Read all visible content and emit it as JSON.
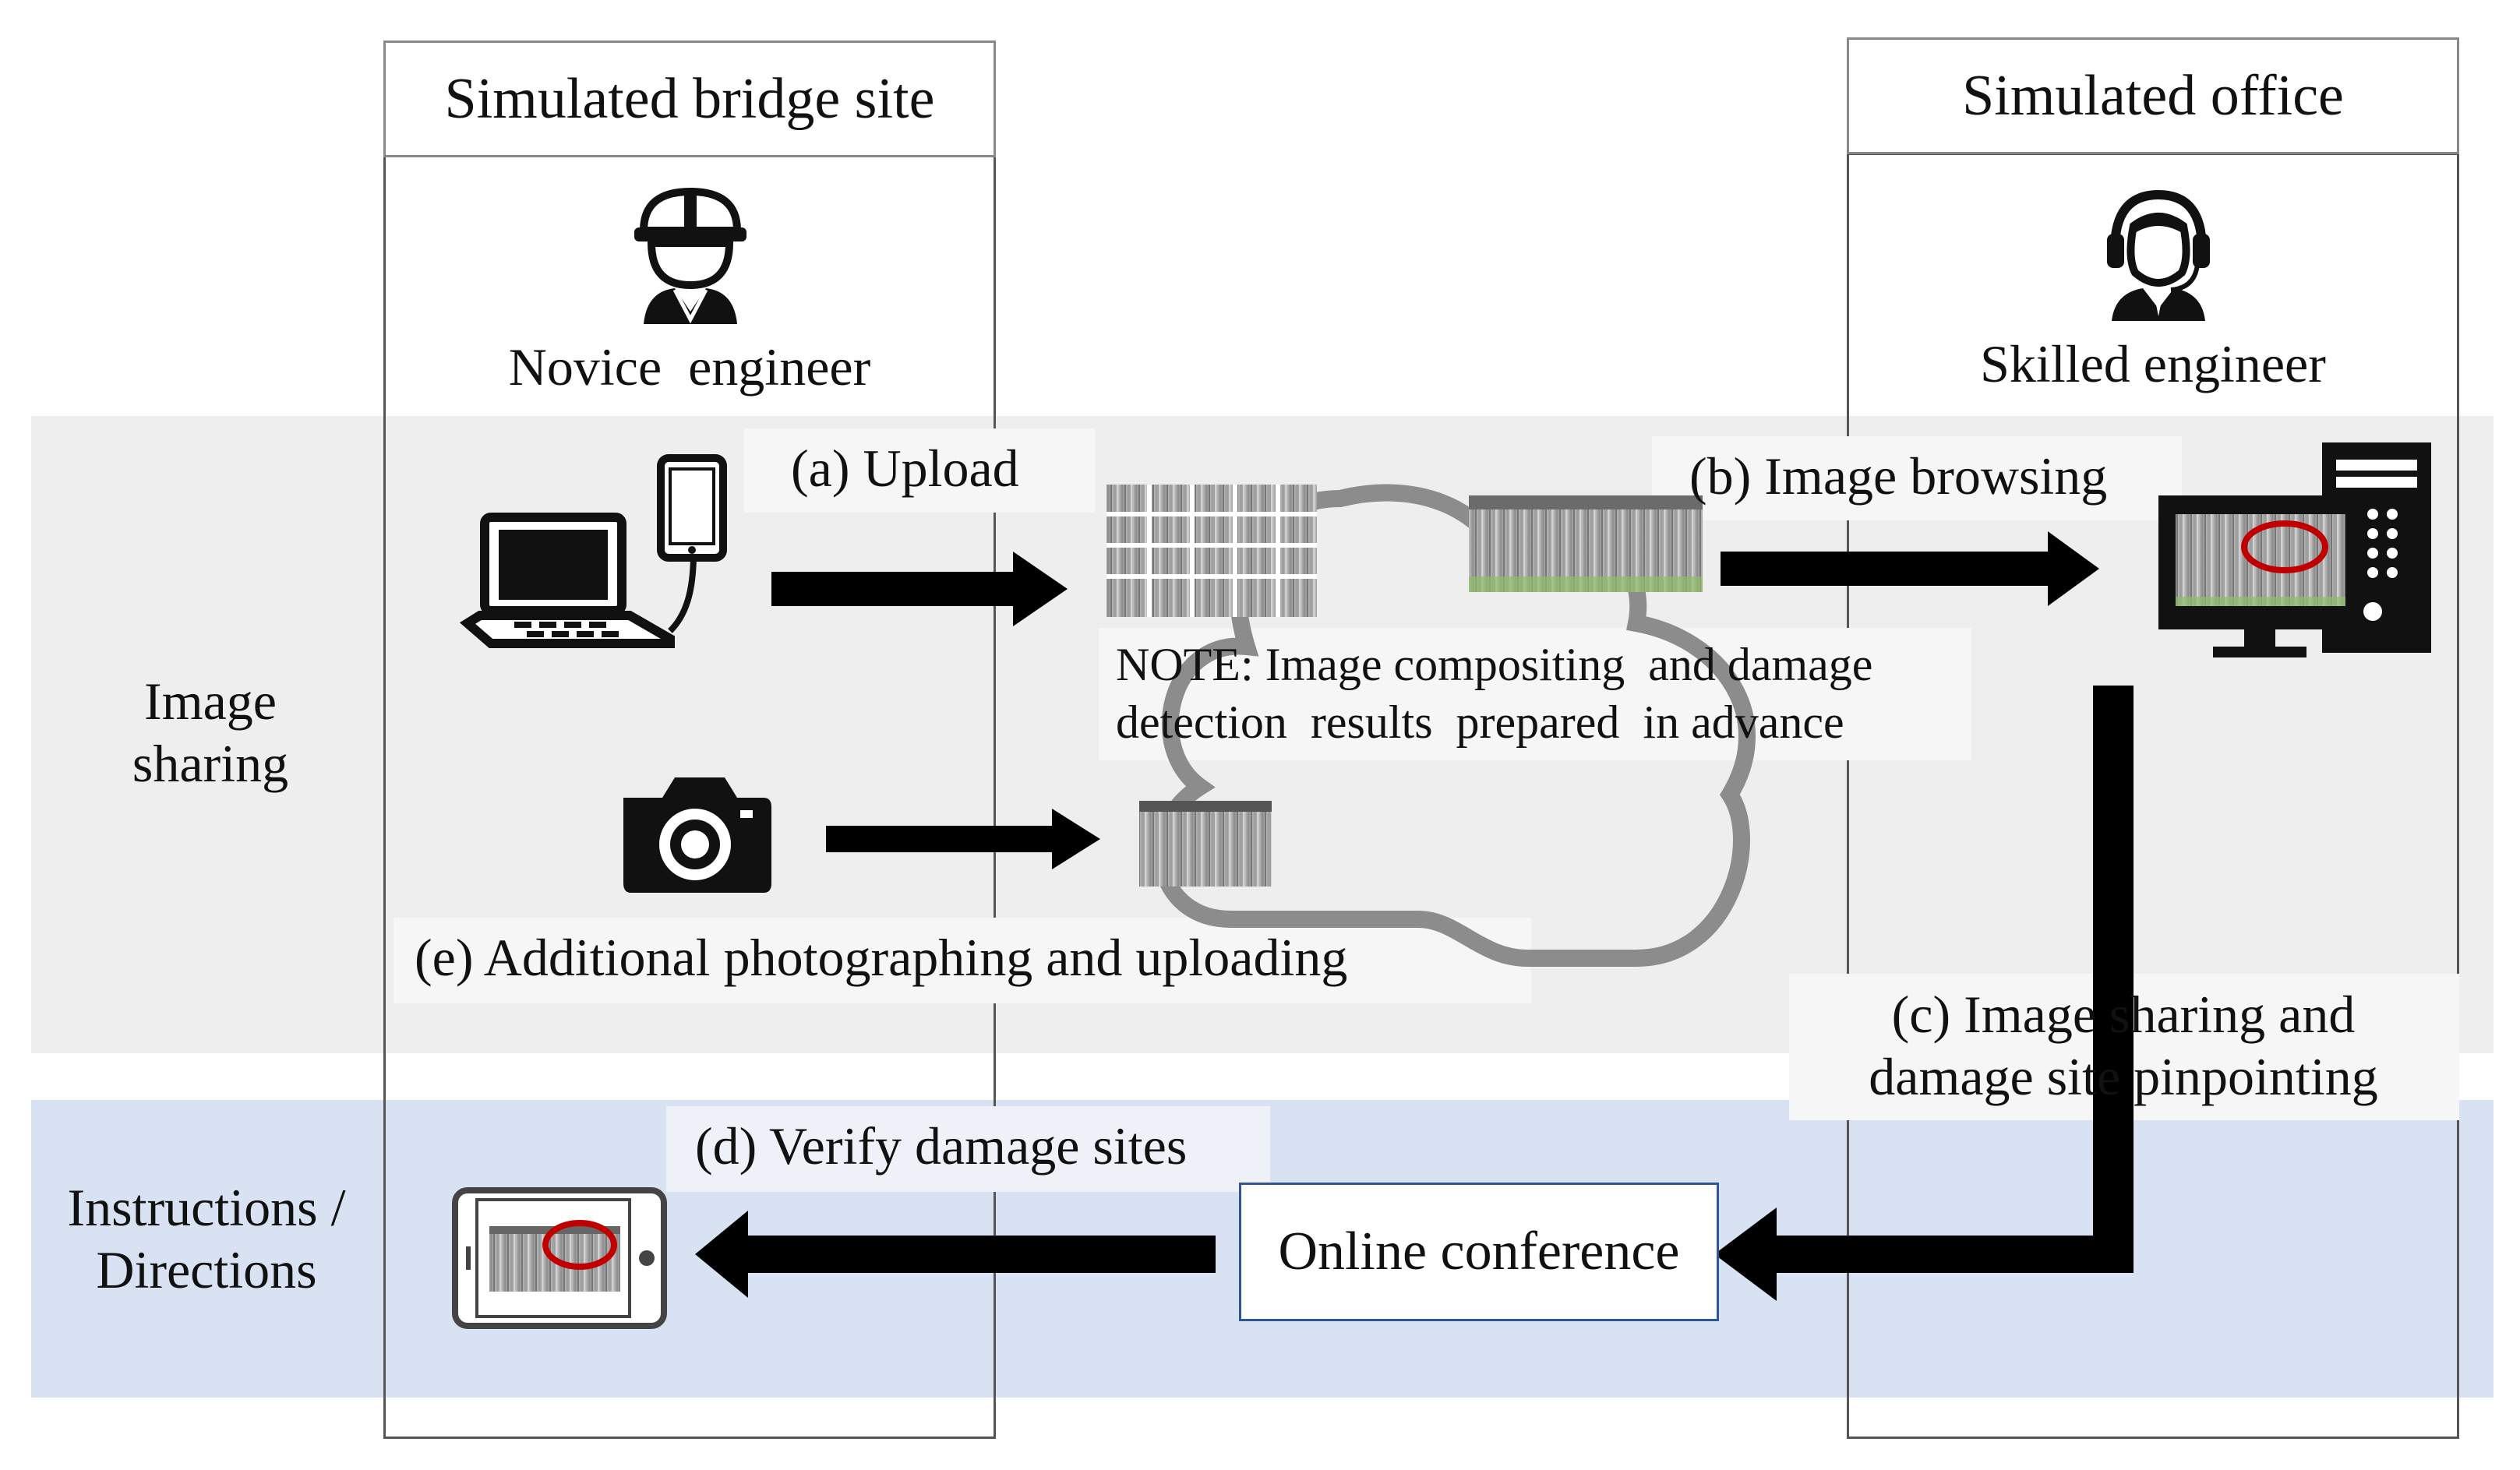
{
  "columns": {
    "site": {
      "title": "Simulated bridge site",
      "role": "Novice  engineer"
    },
    "office": {
      "title": "Simulated office",
      "role": "Skilled engineer"
    }
  },
  "rows": {
    "image_sharing": "Image\nsharing",
    "instructions": "Instructions /\nDirections"
  },
  "steps": {
    "a": "(a) Upload",
    "b": "(b) Image browsing",
    "c": "(c) Image sharing and\ndamage site pinpointing",
    "d": "(d) Verify damage sites",
    "e": "(e) Additional photographing and uploading"
  },
  "note": "NOTE: Image compositing  and damage\ndetection  results  prepared  in advance",
  "conference": "Online conference",
  "icons": {
    "novice": "construction-worker-icon",
    "skilled": "headset-operator-icon",
    "laptop": "laptop-icon",
    "phone": "smartphone-icon",
    "camera": "camera-icon",
    "desktop": "desktop-computer-icon",
    "tablet": "tablet-icon",
    "cloud": "cloud-icon"
  },
  "colors": {
    "gray_band": "#eeeeee",
    "blue_band": "#d9e2f3",
    "damage_marker": "#c00000",
    "conference_border": "#2f5597"
  }
}
